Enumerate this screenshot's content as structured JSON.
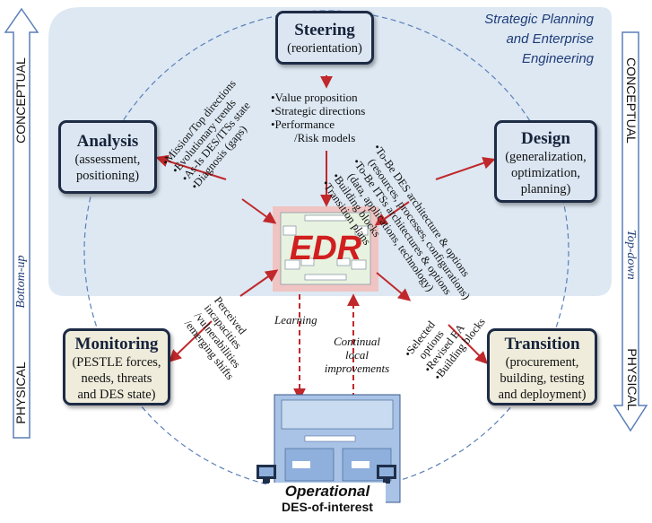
{
  "region_title": [
    "Strategic Planning",
    "and Enterprise",
    "Engineering"
  ],
  "side_labels": {
    "left_top": "CONCEPTUAL",
    "left_bottom": "PHYSICAL",
    "left_arrow": "Bottom-up",
    "right_top": "CONCEPTUAL",
    "right_bottom": "PHYSICAL",
    "right_arrow": "Top-down"
  },
  "nodes": {
    "steering": {
      "title": "Steering",
      "sub": [
        "(reorientation)"
      ]
    },
    "analysis": {
      "title": "Analysis",
      "sub": [
        "(assessment,",
        "positioning)"
      ]
    },
    "design": {
      "title": "Design",
      "sub": [
        "(generalization,",
        "optimization,",
        "planning)"
      ]
    },
    "monitoring": {
      "title": "Monitoring",
      "sub": [
        "(PESTLE forces,",
        "needs, threats",
        "and DES state)"
      ]
    },
    "transition": {
      "title": "Transition",
      "sub": [
        "(procurement,",
        "building, testing",
        "and deployment)"
      ]
    }
  },
  "center": {
    "label": "EDR"
  },
  "annotations": {
    "steering_items": [
      "•Value proposition",
      "•Strategic directions",
      "•Performance",
      "/Risk models"
    ],
    "analysis_items": [
      "•Mission/Top directions",
      "•Evolutionary trends",
      "•As-Is DES/ITSs state",
      "•Diagnosis (gaps)"
    ],
    "design_items": [
      "•To-Be DES architecture & options",
      "(resources, processes, configurations)",
      "•To-Be ITSs architectures & options",
      "(data, applications, technology)",
      "•Building blocks",
      "•Transition plans"
    ],
    "monitoring_items": [
      "Perceived",
      "incapacities",
      "/vulnerabilities",
      "/emerging shifts"
    ],
    "transition_items": [
      "•Selected",
      "options",
      "•Revised EA",
      "•Building blocks"
    ],
    "learning": "Learning",
    "continual": [
      "Continual",
      "local",
      "improvements"
    ]
  },
  "operational": {
    "line1": "Operational",
    "line2": "DES-of-interest"
  },
  "colors": {
    "arrow": "#c0282b",
    "dash": "#5a7fb8",
    "region": "#dde8f3",
    "box_border": "#1d2b45"
  }
}
